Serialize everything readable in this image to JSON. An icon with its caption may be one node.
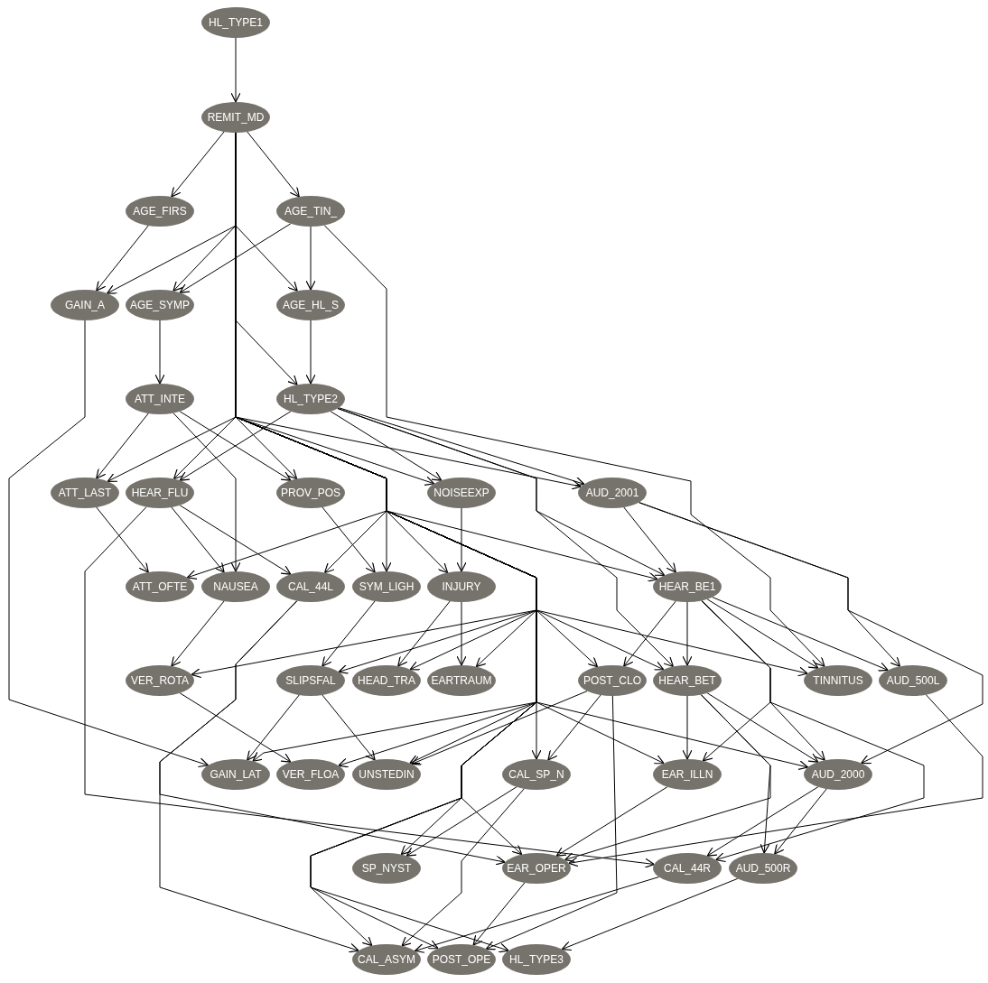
{
  "diagram": {
    "nodes": [
      {
        "text": [
          "HL_TYPE1"
        ]
      },
      {
        "text": [
          "REMIT_MD"
        ]
      },
      {
        "text": [
          "AGE_FIRS"
        ]
      },
      {
        "text": [
          "AGE_TIN_"
        ]
      },
      {
        "text": [
          "GAIN_A"
        ]
      },
      {
        "text": [
          "AGE_SYMP"
        ]
      },
      {
        "text": [
          "AGE_HL_S"
        ]
      },
      {
        "text": [
          "ATT_INTE"
        ]
      },
      {
        "text": [
          "HL_TYPE2"
        ]
      },
      {
        "text": [
          "ATT_LAST"
        ]
      },
      {
        "text": [
          "HEAR_FLU"
        ]
      },
      {
        "text": [
          "PROV_POS"
        ]
      },
      {
        "text": [
          "NOISEEXP"
        ]
      },
      {
        "text": [
          "AUD_2001"
        ]
      },
      {
        "text": [
          "ATT_OFTE"
        ]
      },
      {
        "text": [
          "NAUSEA"
        ]
      },
      {
        "text": [
          "CAL_44L"
        ]
      },
      {
        "text": [
          "SYM_LIGH"
        ]
      },
      {
        "text": [
          "INJURY"
        ]
      },
      {
        "text": [
          "HEAR_BE1"
        ]
      },
      {
        "text": [
          "VER_ROTA"
        ]
      },
      {
        "text": [
          "SLIPSFAL"
        ]
      },
      {
        "text": [
          "HEAD_TRA"
        ]
      },
      {
        "text": [
          "EARTRAUM"
        ]
      },
      {
        "text": [
          "POST_CLO"
        ]
      },
      {
        "text": [
          "HEAR_BET"
        ]
      },
      {
        "text": [
          "TINNITUS"
        ]
      },
      {
        "text": [
          "AUD_500L"
        ]
      },
      {
        "text": [
          "GAIN_LAT"
        ]
      },
      {
        "text": [
          "VER_FLOA"
        ]
      },
      {
        "text": [
          "UNSTEDIN"
        ]
      },
      {
        "text": [
          "CAL_SP_N"
        ]
      },
      {
        "text": [
          "EAR_ILLN"
        ]
      },
      {
        "text": [
          "AUD_2000"
        ]
      },
      {
        "text": [
          "SP_NYST"
        ]
      },
      {
        "text": [
          "EAR_OPER"
        ]
      },
      {
        "text": [
          "CAL_44R"
        ]
      },
      {
        "text": [
          "AUD_500R"
        ]
      },
      {
        "text": [
          "CAL_ASYM"
        ]
      },
      {
        "text": [
          "POST_OPE"
        ]
      },
      {
        "text": [
          "HL_TYPE3"
        ]
      }
    ],
    "edges": [
      {
        "from": 0,
        "to": 1,
        "arrow": "to"
      },
      {
        "from": 1,
        "to": 2,
        "arrow": "to"
      },
      {
        "from": 1,
        "to": 3,
        "arrow": "to"
      },
      {
        "from": 2,
        "to": 4,
        "arrow": "to"
      },
      {
        "from": 1,
        "to": 4,
        "arrow": "to"
      },
      {
        "from": 1,
        "to": 5,
        "arrow": "to"
      },
      {
        "from": 1,
        "to": 6,
        "arrow": "to"
      },
      {
        "from": 3,
        "to": 5,
        "arrow": "to"
      },
      {
        "from": 3,
        "to": 6,
        "arrow": "to"
      },
      {
        "from": 3,
        "to": 26,
        "arrow": "to"
      },
      {
        "from": 1,
        "to": 8,
        "arrow": "to"
      },
      {
        "from": 5,
        "to": 7,
        "arrow": "to"
      },
      {
        "from": 6,
        "to": 8,
        "arrow": "to"
      },
      {
        "from": 4,
        "to": 28,
        "arrow": "to"
      },
      {
        "from": 7,
        "to": 9,
        "arrow": "to"
      },
      {
        "from": 7,
        "to": 15,
        "arrow": "to"
      },
      {
        "from": 7,
        "to": 11,
        "arrow": "to"
      },
      {
        "from": 1,
        "to": 9,
        "arrow": "to"
      },
      {
        "from": 1,
        "to": 10,
        "arrow": "to"
      },
      {
        "from": 1,
        "to": 11,
        "arrow": "to"
      },
      {
        "from": 1,
        "to": 17,
        "arrow": "to"
      },
      {
        "from": 1,
        "to": 12,
        "arrow": "to"
      },
      {
        "from": 1,
        "to": 13,
        "arrow": "to"
      },
      {
        "from": 8,
        "to": 10,
        "arrow": "to"
      },
      {
        "from": 8,
        "to": 12,
        "arrow": "to"
      },
      {
        "from": 8,
        "to": 13,
        "arrow": "to"
      },
      {
        "from": 8,
        "to": 19,
        "arrow": "to"
      },
      {
        "from": 8,
        "to": 25,
        "arrow": "to"
      },
      {
        "from": 10,
        "to": 15,
        "arrow": "to"
      },
      {
        "from": 10,
        "to": 16,
        "arrow": "to"
      },
      {
        "from": 10,
        "to": 36,
        "arrow": "to"
      },
      {
        "from": 9,
        "to": 14,
        "arrow": "to"
      },
      {
        "from": 11,
        "to": 17,
        "arrow": "to"
      },
      {
        "from": 12,
        "to": 18,
        "arrow": "to"
      },
      {
        "from": 1,
        "to": 14,
        "arrow": "to"
      },
      {
        "from": 1,
        "to": 16,
        "arrow": "to"
      },
      {
        "from": 1,
        "to": 18,
        "arrow": "to"
      },
      {
        "from": 1,
        "to": 19,
        "arrow": "to"
      },
      {
        "from": 13,
        "to": 19,
        "arrow": "to"
      },
      {
        "from": 13,
        "to": 27,
        "arrow": "to"
      },
      {
        "from": 13,
        "to": 33,
        "arrow": "to"
      },
      {
        "from": 15,
        "to": 20,
        "arrow": "to"
      },
      {
        "from": 16,
        "to": 38,
        "arrow": "to"
      },
      {
        "from": 17,
        "to": 21,
        "arrow": "to"
      },
      {
        "from": 18,
        "to": 22,
        "arrow": "to"
      },
      {
        "from": 18,
        "to": 23,
        "arrow": "to"
      },
      {
        "from": 19,
        "to": 24,
        "arrow": "to"
      },
      {
        "from": 19,
        "to": 25,
        "arrow": "to"
      },
      {
        "from": 19,
        "to": 26,
        "arrow": "to"
      },
      {
        "from": 19,
        "to": 27,
        "arrow": "to"
      },
      {
        "from": 19,
        "to": 32,
        "arrow": "to"
      },
      {
        "from": 19,
        "to": 33,
        "arrow": "to"
      },
      {
        "from": 19,
        "to": 36,
        "arrow": "to"
      },
      {
        "from": 1,
        "to": 20,
        "arrow": "to"
      },
      {
        "from": 1,
        "to": 21,
        "arrow": "to"
      },
      {
        "from": 1,
        "to": 22,
        "arrow": "to"
      },
      {
        "from": 1,
        "to": 23,
        "arrow": "to"
      },
      {
        "from": 1,
        "to": 24,
        "arrow": "to"
      },
      {
        "from": 1,
        "to": 25,
        "arrow": "to"
      },
      {
        "from": 1,
        "to": 26,
        "arrow": "to"
      },
      {
        "from": 20,
        "to": 29,
        "arrow": "to"
      },
      {
        "from": 21,
        "to": 28,
        "arrow": "to"
      },
      {
        "from": 21,
        "to": 30,
        "arrow": "to"
      },
      {
        "from": 24,
        "to": 31,
        "arrow": "to"
      },
      {
        "from": 24,
        "to": 30,
        "arrow": "to"
      },
      {
        "from": 24,
        "to": 39,
        "arrow": "to"
      },
      {
        "from": 25,
        "to": 32,
        "arrow": "to"
      },
      {
        "from": 25,
        "to": 33,
        "arrow": "to"
      },
      {
        "from": 25,
        "to": 37,
        "arrow": "to"
      },
      {
        "from": 25,
        "to": 35,
        "arrow": "to"
      },
      {
        "from": 1,
        "to": 28,
        "arrow": "to"
      },
      {
        "from": 1,
        "to": 29,
        "arrow": "to"
      },
      {
        "from": 1,
        "to": 30,
        "arrow": "to"
      },
      {
        "from": 1,
        "to": 31,
        "arrow": "to"
      },
      {
        "from": 1,
        "to": 32,
        "arrow": "to"
      },
      {
        "from": 1,
        "to": 33,
        "arrow": "to"
      },
      {
        "from": 1,
        "to": 34,
        "arrow": "to"
      },
      {
        "from": 1,
        "to": 35,
        "arrow": "to"
      },
      {
        "from": 1,
        "to": 38,
        "arrow": "to"
      },
      {
        "from": 1,
        "to": 39,
        "arrow": "to"
      },
      {
        "from": 1,
        "to": 40,
        "arrow": "to"
      },
      {
        "from": 27,
        "to": 35,
        "arrow": "to"
      },
      {
        "from": 31,
        "to": 34,
        "arrow": "to"
      },
      {
        "from": 31,
        "to": 38,
        "arrow": "to"
      },
      {
        "from": 32,
        "to": 35,
        "arrow": "to"
      },
      {
        "from": 33,
        "to": 36,
        "arrow": "to"
      },
      {
        "from": 33,
        "to": 37,
        "arrow": "to"
      },
      {
        "from": 35,
        "to": 39,
        "arrow": "to"
      },
      {
        "from": 36,
        "to": 38,
        "arrow": "to"
      },
      {
        "from": 37,
        "to": 40,
        "arrow": "to"
      },
      {
        "from": 16,
        "to": 35,
        "arrow": "to"
      }
    ]
  }
}
